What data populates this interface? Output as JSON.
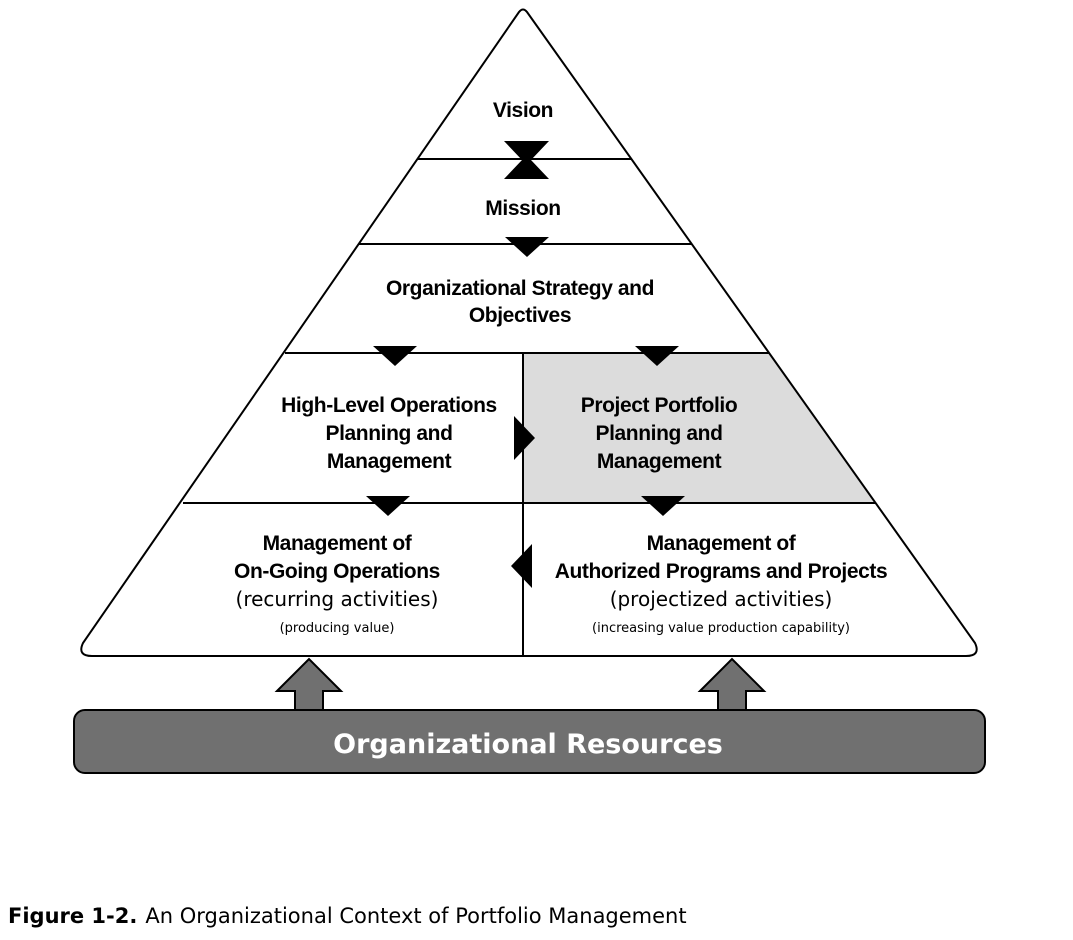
{
  "colors": {
    "highlight_fill": "#dcdcdc",
    "resource_fill": "#707070",
    "line": "#000000"
  },
  "levels": {
    "vision": "Vision",
    "mission": "Mission",
    "strategy": [
      "Organizational Strategy and",
      "Objectives"
    ],
    "operations_planning": [
      "High-Level Operations",
      "Planning and",
      "Management"
    ],
    "portfolio_planning": [
      "Project Portfolio",
      "Planning and",
      "Management"
    ],
    "ongoing_operations": {
      "title": [
        "Management of",
        "On-Going Operations"
      ],
      "subtitle": "(recurring activities)",
      "note": "(producing value)"
    },
    "programs_projects": {
      "title": [
        "Management of",
        "Authorized Programs and Projects"
      ],
      "subtitle": "(projectized activities)",
      "note": "(increasing value production capability)"
    }
  },
  "resources": {
    "label": "Organizational Resources"
  },
  "caption": {
    "number": "Figure 1-2.",
    "text": "An Organizational Context of Portfolio Management"
  }
}
